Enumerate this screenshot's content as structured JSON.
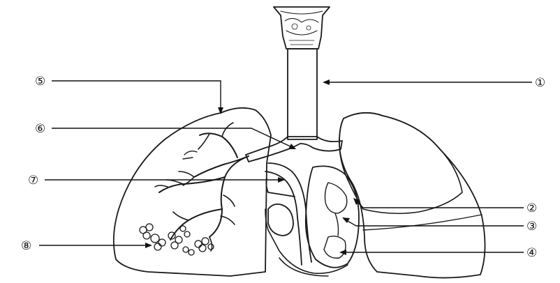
{
  "labels": {
    "n1": "①",
    "n2": "②",
    "n3": "③",
    "n4": "④",
    "n5": "⑤",
    "n6": "⑥",
    "n7": "⑦",
    "n8": "⑧"
  }
}
